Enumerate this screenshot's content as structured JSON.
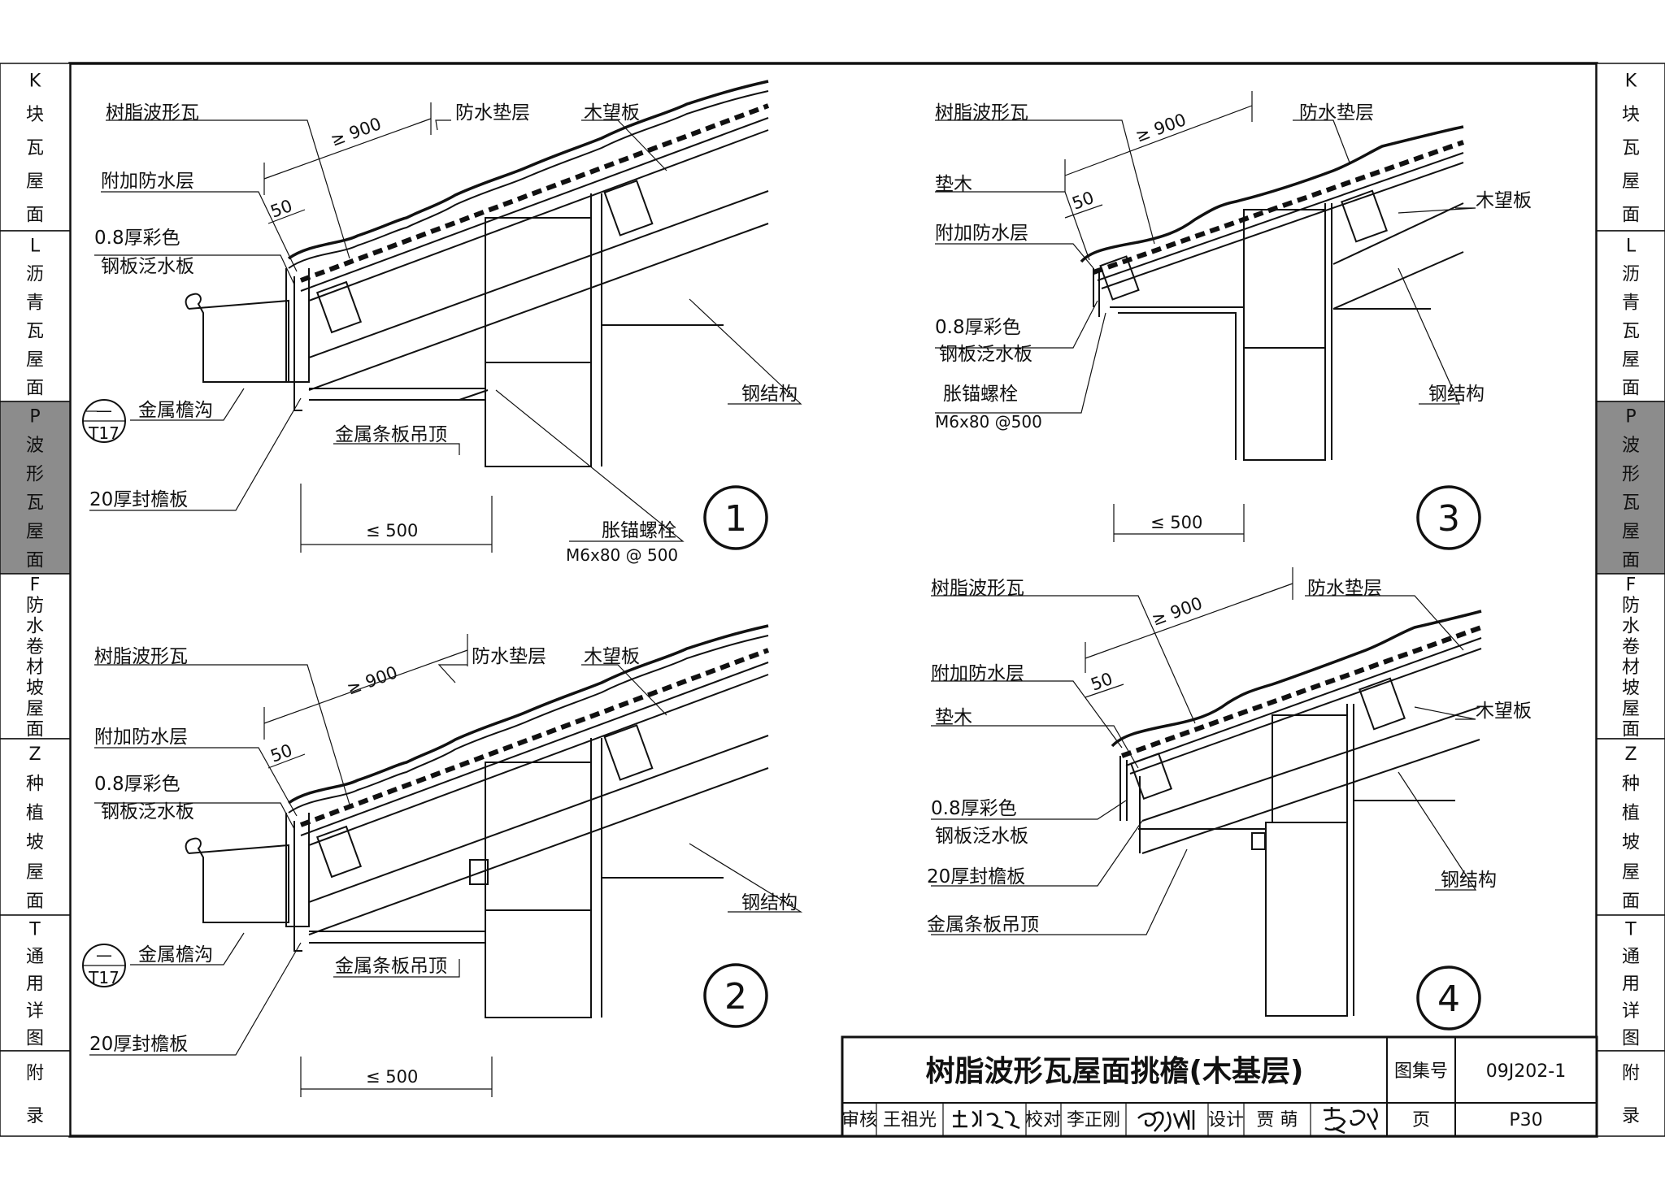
{
  "sidebar": {
    "tabs": [
      {
        "code": "K",
        "chars": [
          "块",
          "瓦",
          "屋",
          "面"
        ],
        "active": false
      },
      {
        "code": "L",
        "chars": [
          "沥",
          "青",
          "瓦",
          "屋",
          "面"
        ],
        "active": false
      },
      {
        "code": "P",
        "chars": [
          "波",
          "形",
          "瓦",
          "屋",
          "面"
        ],
        "active": true
      },
      {
        "code": "F",
        "chars": [
          "防",
          "水",
          "卷",
          "材",
          "坡",
          "屋",
          "面"
        ],
        "active": false
      },
      {
        "code": "Z",
        "chars": [
          "种",
          "植",
          "坡",
          "屋",
          "面"
        ],
        "active": false
      },
      {
        "code": "T",
        "chars": [
          "通",
          "用",
          "详",
          "图"
        ],
        "active": false
      },
      {
        "code": "",
        "chars": [
          "附",
          "录"
        ],
        "active": false
      }
    ]
  },
  "details": {
    "d1": {
      "number": "1",
      "labels": [
        "树脂波形瓦",
        "附加防水层",
        "0.8厚彩色",
        "钢板泛水板",
        "金属檐沟",
        "20厚封檐板",
        "防水垫层",
        "木望板",
        "钢结构",
        "金属条板吊顶",
        "胀锚螺栓"
      ],
      "bolt_spec": "M6x80 @ 500",
      "dims": [
        "≥ 900",
        "50",
        "≤ 500"
      ],
      "ref_number": "T17",
      "ref_dash": "—"
    },
    "d2": {
      "number": "2",
      "labels": [
        "树脂波形瓦",
        "附加防水层",
        "0.8厚彩色",
        "钢板泛水板",
        "金属檐沟",
        "20厚封檐板",
        "防水垫层",
        "木望板",
        "钢结构",
        "金属条板吊顶"
      ],
      "dims": [
        "≥ 900",
        "50",
        "≤ 500"
      ],
      "ref_number": "T17",
      "ref_dash": "—"
    },
    "d3": {
      "number": "3",
      "labels": [
        "树脂波形瓦",
        "垫木",
        "附加防水层",
        "0.8厚彩色",
        "钢板泛水板",
        "胀锚螺栓",
        "防水垫层",
        "木望板",
        "钢结构"
      ],
      "bolt_spec": "M6x80 @500",
      "dims": [
        "≥ 900",
        "50",
        "≤ 500"
      ]
    },
    "d4": {
      "number": "4",
      "labels": [
        "树脂波形瓦",
        "附加防水层",
        "垫木",
        "0.8厚彩色",
        "钢板泛水板",
        "20厚封檐板",
        "金属条板吊顶",
        "防水垫层",
        "木望板",
        "钢结构"
      ],
      "dims": [
        "≥ 900",
        "50"
      ]
    }
  },
  "title_block": {
    "title": "树脂波形瓦屋面挑檐(木基层)",
    "atlas_label": "图集号",
    "atlas_no": "09J202-1",
    "page_label": "页",
    "page_no": "P30",
    "review_label": "审核",
    "reviewer": "王祖光",
    "check_label": "校对",
    "checker": "李正刚",
    "design_label": "设计",
    "designer": "贾 萌"
  }
}
